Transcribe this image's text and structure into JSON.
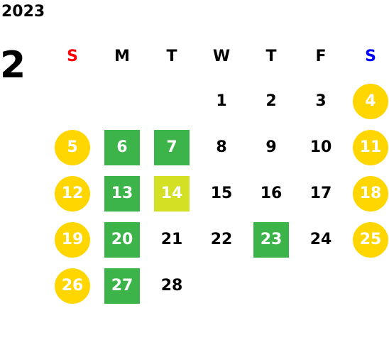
{
  "calendar": {
    "year": "2023",
    "month": "2",
    "weekday_headers": [
      {
        "label": "S",
        "color": "#ff0000"
      },
      {
        "label": "M",
        "color": "#000000"
      },
      {
        "label": "T",
        "color": "#000000"
      },
      {
        "label": "W",
        "color": "#000000"
      },
      {
        "label": "T",
        "color": "#000000"
      },
      {
        "label": "F",
        "color": "#000000"
      },
      {
        "label": "S",
        "color": "#0000ff"
      }
    ],
    "colors": {
      "weekend_circle": "#ffd600",
      "green_square": "#3cb44a",
      "lime_square": "#d4e024"
    },
    "weeks": [
      [
        {
          "label": "",
          "style": "empty"
        },
        {
          "label": "",
          "style": "empty"
        },
        {
          "label": "",
          "style": "empty"
        },
        {
          "label": "1",
          "style": "plain"
        },
        {
          "label": "2",
          "style": "plain"
        },
        {
          "label": "3",
          "style": "plain"
        },
        {
          "label": "4",
          "style": "circle"
        }
      ],
      [
        {
          "label": "5",
          "style": "circle"
        },
        {
          "label": "6",
          "style": "green"
        },
        {
          "label": "7",
          "style": "green"
        },
        {
          "label": "8",
          "style": "plain"
        },
        {
          "label": "9",
          "style": "plain"
        },
        {
          "label": "10",
          "style": "plain"
        },
        {
          "label": "11",
          "style": "circle"
        }
      ],
      [
        {
          "label": "12",
          "style": "circle"
        },
        {
          "label": "13",
          "style": "green"
        },
        {
          "label": "14",
          "style": "lime"
        },
        {
          "label": "15",
          "style": "plain"
        },
        {
          "label": "16",
          "style": "plain"
        },
        {
          "label": "17",
          "style": "plain"
        },
        {
          "label": "18",
          "style": "circle"
        }
      ],
      [
        {
          "label": "19",
          "style": "circle"
        },
        {
          "label": "20",
          "style": "green"
        },
        {
          "label": "21",
          "style": "plain"
        },
        {
          "label": "22",
          "style": "plain"
        },
        {
          "label": "23",
          "style": "green"
        },
        {
          "label": "24",
          "style": "plain"
        },
        {
          "label": "25",
          "style": "circle"
        }
      ],
      [
        {
          "label": "26",
          "style": "circle"
        },
        {
          "label": "27",
          "style": "green"
        },
        {
          "label": "28",
          "style": "plain"
        },
        {
          "label": "",
          "style": "empty"
        },
        {
          "label": "",
          "style": "empty"
        },
        {
          "label": "",
          "style": "empty"
        },
        {
          "label": "",
          "style": "empty"
        }
      ]
    ]
  }
}
